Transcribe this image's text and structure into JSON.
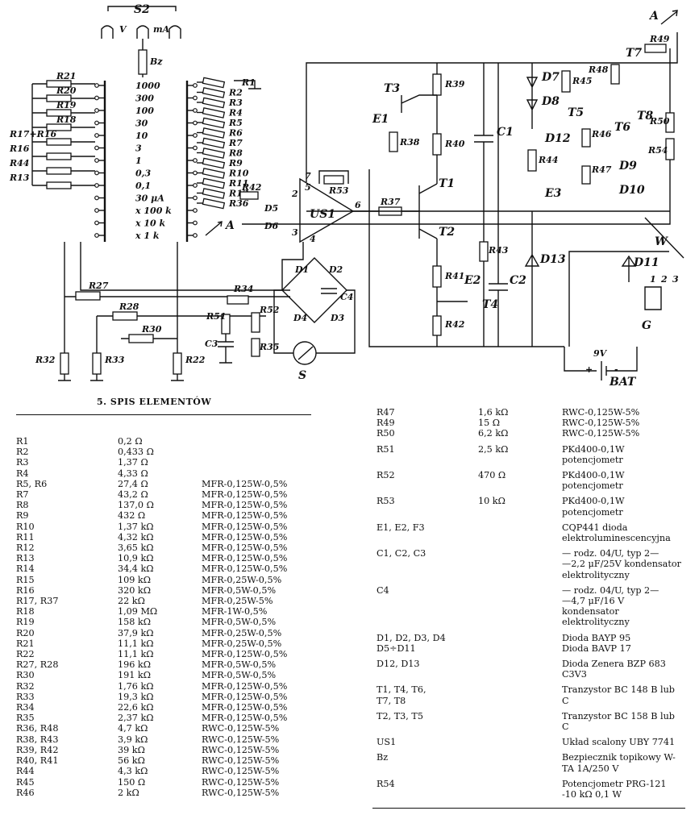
{
  "schematic": {
    "labels": {
      "s2": "S2",
      "v": "V",
      "ma": "mA",
      "bz": "Bz",
      "us1": "US1",
      "a_top": "A",
      "a_mid": "A",
      "w": "W",
      "g": "G",
      "s": "S",
      "bat": "BAT",
      "bat_v": "9V",
      "plus": "+",
      "minus": "-"
    },
    "ranges": [
      "1000",
      "300",
      "100",
      "30",
      "10",
      "3",
      "1",
      "0,3",
      "0,1",
      "30 μA",
      "x 100 k",
      "x 10 k",
      "x 1 k"
    ],
    "left_resistors": [
      "R21",
      "R20",
      "R19",
      "R18",
      "R17+R16",
      "R16",
      "R44",
      "R13"
    ],
    "right_resistors": [
      "R1",
      "R2",
      "R3",
      "R4",
      "R5",
      "R6",
      "R7",
      "R8",
      "R9",
      "R10",
      "R11",
      "R12",
      "R36"
    ],
    "parts": {
      "t1": "T1",
      "t2": "T2",
      "t3": "T3",
      "t4": "T4",
      "t5": "T5",
      "t6": "T6",
      "t7": "T7",
      "t8": "T8",
      "d1": "D1",
      "d2": "D2",
      "d3": "D3",
      "d4": "D4",
      "d5": "D5",
      "d6": "D6",
      "d7": "D7",
      "d8": "D8",
      "d9": "D9",
      "d10": "D10",
      "d11": "D11",
      "d12": "D12",
      "d13": "D13",
      "e1": "E1",
      "e2": "E2",
      "e3": "E3",
      "c1": "C1",
      "c2": "C2",
      "c3": "C3",
      "c4": "C4",
      "r22": "R22",
      "r27": "R27",
      "r28": "R28",
      "r30": "R30",
      "r32": "R32",
      "r33": "R33",
      "r34": "R34",
      "r35": "R35",
      "r37": "R37",
      "r38": "R38",
      "r39": "R39",
      "r40": "R40",
      "r41": "R41",
      "r42": "R42",
      "r43": "R43",
      "r45": "R45",
      "r46": "R46",
      "r47": "R47",
      "r48": "R48",
      "r49": "R49",
      "r50": "R50",
      "r51": "R51",
      "r52": "R52",
      "r53": "R53",
      "r54": "R54",
      "r44b": "R44"
    },
    "pins": {
      "p1": "1",
      "p2": "2",
      "p3": "3",
      "p4": "4",
      "p5": "5",
      "p6": "6",
      "p7": "7"
    }
  },
  "list_title": "5. SPIS ELEMENTÓW",
  "left_rows": [
    {
      "name": "R1",
      "value": "0,2 Ω",
      "type": ""
    },
    {
      "name": "R2",
      "value": "0,433 Ω",
      "type": ""
    },
    {
      "name": "R3",
      "value": "1,37 Ω",
      "type": ""
    },
    {
      "name": "R4",
      "value": "4,33 Ω",
      "type": ""
    },
    {
      "name": "R5, R6",
      "value": "27,4 Ω",
      "type": "MFR-0,125W-0,5%"
    },
    {
      "name": "R7",
      "value": "43,2 Ω",
      "type": "MFR-0,125W-0,5%"
    },
    {
      "name": "R8",
      "value": "137,0 Ω",
      "type": "MFR-0,125W-0,5%"
    },
    {
      "name": "R9",
      "value": "432 Ω",
      "type": "MFR-0,125W-0,5%"
    },
    {
      "name": "R10",
      "value": "1,37 kΩ",
      "type": "MFR-0,125W-0,5%"
    },
    {
      "name": "R11",
      "value": "4,32 kΩ",
      "type": "MFR-0,125W-0,5%"
    },
    {
      "name": "R12",
      "value": "3,65 kΩ",
      "type": "MFR-0,125W-0,5%"
    },
    {
      "name": "R13",
      "value": "10,9 kΩ",
      "type": "MFR-0,125W-0,5%"
    },
    {
      "name": "R14",
      "value": "34,4 kΩ",
      "type": "MFR-0,125W-0,5%"
    },
    {
      "name": "R15",
      "value": "109 kΩ",
      "type": "MFR-0,25W-0,5%"
    },
    {
      "name": "R16",
      "value": "320 kΩ",
      "type": "MFR-0,5W-0,5%"
    },
    {
      "name": "R17, R37",
      "value": "22 kΩ",
      "type": "MFR-0,25W-5%"
    },
    {
      "name": "R18",
      "value": "1,09 MΩ",
      "type": "MFR-1W-0,5%"
    },
    {
      "name": "R19",
      "value": "158 kΩ",
      "type": "MFR-0,5W-0,5%"
    },
    {
      "name": "R20",
      "value": "37,9 kΩ",
      "type": "MFR-0,25W-0,5%"
    },
    {
      "name": "R21",
      "value": "11,1 kΩ",
      "type": "MFR-0,25W-0,5%"
    },
    {
      "name": "R22",
      "value": "11,1 kΩ",
      "type": "MFR-0,125W-0,5%"
    },
    {
      "name": "R27, R28",
      "value": "196 kΩ",
      "type": "MFR-0,5W-0,5%"
    },
    {
      "name": "R30",
      "value": "191 kΩ",
      "type": "MFR-0,5W-0,5%"
    },
    {
      "name": "R32",
      "value": "1,76 kΩ",
      "type": "MFR-0,125W-0,5%"
    },
    {
      "name": "R33",
      "value": "19,3 kΩ",
      "type": "MFR-0,125W-0,5%"
    },
    {
      "name": "R34",
      "value": "22,6 kΩ",
      "type": "MFR-0,125W-0,5%"
    },
    {
      "name": "R35",
      "value": "2,37 kΩ",
      "type": "MFR-0,125W-0,5%"
    },
    {
      "name": "R36, R48",
      "value": "4,7 kΩ",
      "type": "RWC-0,125W-5%"
    },
    {
      "name": "R38, R43",
      "value": "3,9 kΩ",
      "type": "RWC-0,125W-5%"
    },
    {
      "name": "R39, R42",
      "value": "39 kΩ",
      "type": "RWC-0,125W-5%"
    },
    {
      "name": "R40, R41",
      "value": "56 kΩ",
      "type": "RWC-0,125W-5%"
    },
    {
      "name": "R44",
      "value": "4,3 kΩ",
      "type": "RWC-0,125W-5%"
    },
    {
      "name": "R45",
      "value": "150 Ω",
      "type": "RWC-0,125W-5%"
    },
    {
      "name": "R46",
      "value": "2 kΩ",
      "type": "RWC-0,125W-5%"
    }
  ],
  "right_rows": [
    {
      "name": "R47",
      "value": "1,6 kΩ",
      "type": "RWC-0,125W-5%"
    },
    {
      "name": "R49",
      "value": "15 Ω",
      "type": "RWC-0,125W-5%"
    },
    {
      "name": "R50",
      "value": "6,2 kΩ",
      "type": "RWC-0,125W-5%"
    },
    {
      "name": "R51",
      "value": "2,5 kΩ",
      "type": "PKd400-0,1W potencjometr"
    },
    {
      "name": "R52",
      "value": "470 Ω",
      "type": "PKd400-0,1W potencjometr"
    },
    {
      "name": "R53",
      "value": "10 kΩ",
      "type": "PKd400-0,1W potencjometr"
    },
    {
      "name": "E1, E2, F3",
      "value": "",
      "type": "CQP441 dioda elektroluminescencyjna"
    },
    {
      "name": "C1, C2, C3",
      "value": "",
      "type": "— rodz. 04/U, typ 2—\n—2,2 μF/25V kondensator elektrolityczny"
    },
    {
      "name": "C4",
      "value": "",
      "type": "— rodz. 04/U, typ 2—\n—4,7 μF/16 V kondensator elektrolityczny"
    },
    {
      "name": "D1, D2, D3, D4",
      "value": "",
      "type": "Dioda BAYP 95"
    },
    {
      "name": "D5÷D11",
      "value": "",
      "type": "Dioda BAVP 17"
    },
    {
      "name": "D12, D13",
      "value": "",
      "type": "Dioda Zenera BZP 683 C3V3"
    },
    {
      "name": "T1, T4, T6,\nT7, T8",
      "value": "",
      "type": "Tranzystor BC 148 B lub C"
    },
    {
      "name": "T2, T3, T5",
      "value": "",
      "type": "Tranzystor BC 158 B lub C"
    },
    {
      "name": "US1",
      "value": "",
      "type": "Układ scalony UBY 7741"
    },
    {
      "name": "Bz",
      "value": "",
      "type": "Bezpiecznik topikowy W-TA 1A/250 V"
    },
    {
      "name": "R54",
      "value": "",
      "type": "Potencjometr PRG-121 -10 kΩ 0,1 W"
    }
  ]
}
